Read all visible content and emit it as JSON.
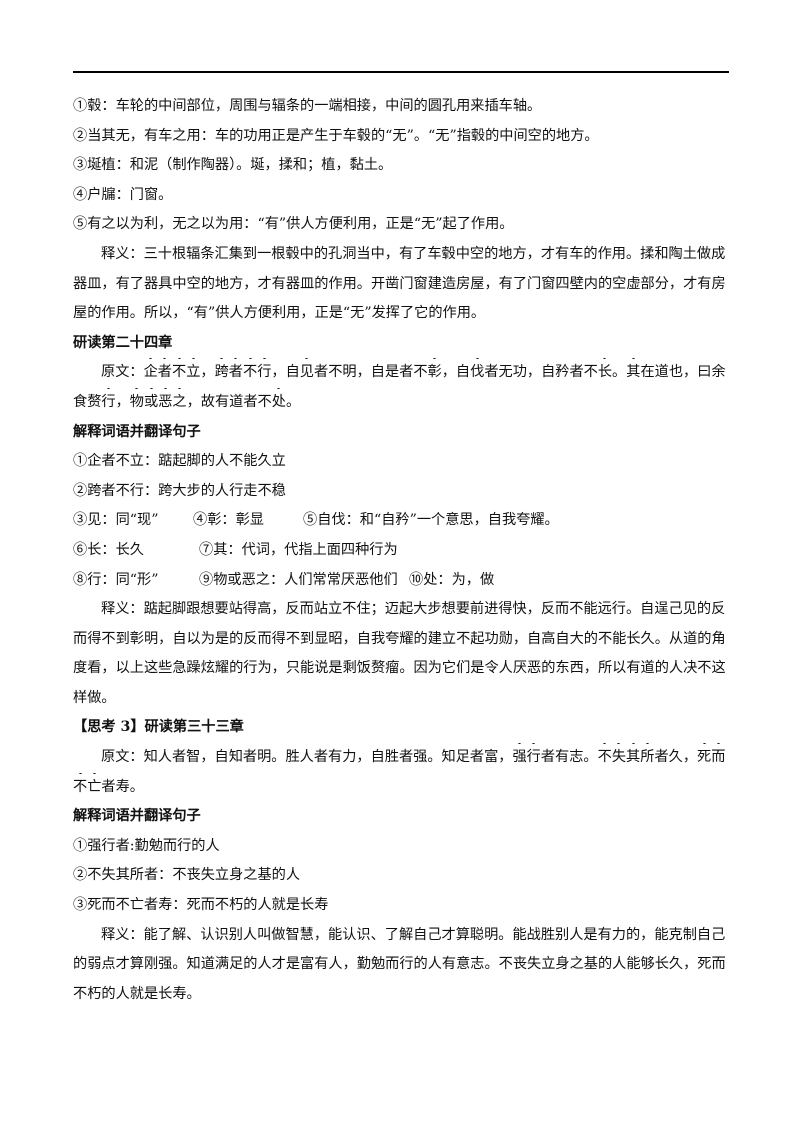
{
  "notes_a": [
    "①毂：车轮的中间部位，周围与辐条的一端相接，中间的圆孔用来插车轴。",
    "②当其无，有车之用：车的功用正是产生于车毂的“无”。“无”指毂的中间空的地方。",
    "③埏植：和泥（制作陶器）。埏，揉和；植，黏土。",
    "④户牖：门窗。",
    "⑤有之以为利，无之以为用：“有”供人方便利用，正是“无”起了作用。"
  ],
  "shiyi_11": [
    "释义：三十根辐条汇集到一根毂中的孔洞当中，有了车毂中空的地方，才有车的作用。揉和陶土做成",
    "器皿，有了器具中空的地方，才有器皿的作用。开凿门窗建造房屋，有了门窗四壁内的空虚部分，才有房",
    "屋的作用。所以，“有”供人方便利用，正是“无”发挥了它的作用。"
  ],
  "heading_24": "研读第二十四章",
  "yuanwen_24_line1": [
    {
      "t": "原文："
    },
    {
      "t": "企者不立",
      "dot": true
    },
    {
      "t": "，"
    },
    {
      "t": "跨者不行",
      "dot": true
    },
    {
      "t": "，自"
    },
    {
      "t": "见",
      "dot": true
    },
    {
      "t": "者不明，自是者不"
    },
    {
      "t": "彰",
      "dot": true
    },
    {
      "t": "，自"
    },
    {
      "t": "伐",
      "dot": true
    },
    {
      "t": "者无功，自矜者不"
    },
    {
      "t": "长",
      "dot": true
    },
    {
      "t": "。"
    },
    {
      "t": "其",
      "dot": true
    },
    {
      "t": "在道也，曰余"
    }
  ],
  "yuanwen_24_line2": [
    {
      "t": "食赘"
    },
    {
      "t": "行",
      "dot": true
    },
    {
      "t": "，"
    },
    {
      "t": "物或恶之",
      "dot": true
    },
    {
      "t": "，故有道者不"
    },
    {
      "t": "处",
      "dot": true
    },
    {
      "t": "。"
    }
  ],
  "heading_explain_1": "解释词语并翻译句子",
  "notes_b_single": [
    "①企者不立：踮起脚的人不能久立",
    "②跨者不行：跨大步的人行走不稳"
  ],
  "notes_b_rows": [
    [
      "③见：同“现”",
      "④彰：彰显",
      "⑤自伐：和“自矜”一个意思，自我夸耀。"
    ],
    [
      "⑥长：长久",
      "⑦其：代词，代指上面四种行为"
    ],
    [
      "⑧行：同“形”",
      "⑨物或恶之：人们常常厌恶他们",
      "⑩处：为，做"
    ]
  ],
  "shiyi_24": [
    "释义：踮起脚跟想要站得高，反而站立不住；迈起大步想要前进得快，反而不能远行。自逞己见的反",
    "而得不到彰明，自以为是的反而得不到显昭，自我夸耀的建立不起功勋，自高自大的不能长久。从道的角",
    "度看，以上这些急躁炫耀的行为，只能说是剩饭赘瘤。因为它们是令人厌恶的东西，所以有道的人决不这",
    "样做。"
  ],
  "heading_33": "【思考 3】研读第三十三章",
  "yuanwen_33_line1": [
    {
      "t": "原文：知人者智，自知者明。胜人者有力，自胜者强。知足者富，"
    },
    {
      "t": "强行",
      "dot": true
    },
    {
      "t": "者有志。"
    },
    {
      "t": "不失其所",
      "dot": true
    },
    {
      "t": "者久，"
    },
    {
      "t": "死而",
      "dot": true
    }
  ],
  "yuanwen_33_line2": [
    {
      "t": "不亡",
      "dot": true
    },
    {
      "t": "者寿。"
    }
  ],
  "heading_explain_2": "解释词语并翻译句子",
  "notes_c": [
    "①强行者:勤勉而行的人",
    "②不失其所者：不丧失立身之基的人",
    "③死而不亡者寿：死而不朽的人就是长寿"
  ],
  "shiyi_33": [
    "释义：能了解、认识别人叫做智慧，能认识、了解自己才算聪明。能战胜别人是有力的，能克制自己",
    "的弱点才算刚强。知道满足的人才是富有人，勤勉而行的人有意志。不丧失立身之基的人能够长久，死而",
    "不朽的人就是长寿。"
  ]
}
